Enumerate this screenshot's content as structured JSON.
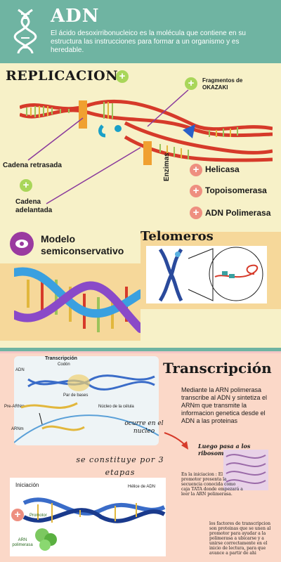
{
  "header": {
    "title": "ADN",
    "description": "El ácido desoxirribonucleico es la molécula que contiene en su estructura las instrucciones para formar a un organismo y es heredable."
  },
  "replicacion": {
    "title": "REPLICACION",
    "fragments_label": "Fragmentos de OKAZAKI",
    "lagging_label": "Cadena retrasada",
    "leading_label": "Cadena adelantada",
    "enzymes_title": "Enzimas",
    "enzymes": [
      "Helicasa",
      "Topoisomerasa",
      "ADN Polimerasa"
    ],
    "model_label": "Modelo semiconservativo",
    "telomeros_title": "Telomeros"
  },
  "transcripcion": {
    "title": "Transcripción",
    "description": "Mediante la ARN polimerasa transcribe al ADN y sintetiza el ARNm que transmite la informacion genetica desde el ADN a las proteinas",
    "nucleus_note": "ocurre en el nucleo",
    "ribosome_note": "Luego pasa a los ribosomas",
    "stages_note": "se constituye por 3 etapas",
    "diagram_labels": {
      "transcripcion": "Transcripción",
      "codon": "Codón",
      "adn": "ADN",
      "par_bases": "Par de bases",
      "pre_arnm": "Pre-ARNm",
      "arnm": "ARNm",
      "nucleo": "Núcleo de la célula"
    },
    "iniciacion": {
      "title": "Iniciación",
      "helix": "Hélice de ADN",
      "promoter": "Promotor",
      "polymerase": "ARN polimerasa"
    },
    "iniciacion_text": "En la iniciacion : El promotor presenta la secuencia conocida como caja TATA donde empezará a leer la ARN polimerasa.",
    "factors_text": "los factores de transcripcion son proteinas que se unen al promotor para ayudar a la polimerasa a ubicarse y a unirse correctamente en el inicio de lectura, para que avance a partir de ahi"
  },
  "colors": {
    "header_teal": "#6fb4a2",
    "cream": "#f7f1c8",
    "pink": "#f5c6c6",
    "green_plus": "#a9d65a",
    "salmon_plus": "#ee8f80",
    "dna_red": "#d63a2a",
    "dna_teal": "#3a8c7e",
    "purple": "#8a3a9c"
  }
}
